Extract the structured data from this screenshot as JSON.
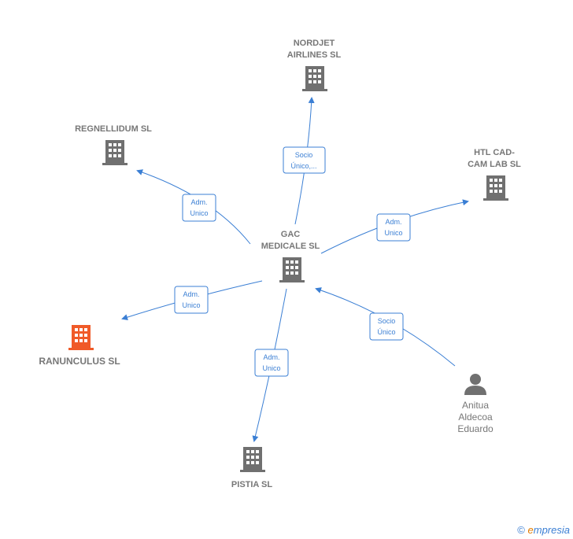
{
  "colors": {
    "edge": "#3b7fd4",
    "building": "#707070",
    "focus": "#f05a28",
    "person": "#707070"
  },
  "nodes": {
    "gac": {
      "lines": [
        "GAC",
        "MEDICALE SL"
      ],
      "icon": "building-icon"
    },
    "nordjet": {
      "lines": [
        "NORDJET",
        "AIRLINES SL"
      ],
      "icon": "building-icon"
    },
    "regnellidum": {
      "lines": [
        "REGNELLIDUM SL"
      ],
      "icon": "building-icon"
    },
    "htl": {
      "lines": [
        "HTL CAD-",
        "CAM LAB  SL"
      ],
      "icon": "building-icon"
    },
    "ranunculus": {
      "lines": [
        "RANUNCULUS SL"
      ],
      "icon": "building-icon"
    },
    "pistia": {
      "lines": [
        "PISTIA SL"
      ],
      "icon": "building-icon"
    },
    "anitua": {
      "lines": [
        "Anitua",
        "Aldecoa",
        "Eduardo"
      ],
      "icon": "person-icon"
    }
  },
  "edges": {
    "nordjet": [
      "Socio",
      "Único,..."
    ],
    "regnellidum": [
      "Adm.",
      "Unico"
    ],
    "htl": [
      "Adm.",
      "Unico"
    ],
    "ranunculus": [
      "Adm.",
      "Unico"
    ],
    "pistia": [
      "Adm.",
      "Unico"
    ],
    "anitua": [
      "Socio",
      "Único"
    ]
  },
  "footer": {
    "copyright": "©",
    "brand_first": "e",
    "brand_rest": "mpresia"
  }
}
